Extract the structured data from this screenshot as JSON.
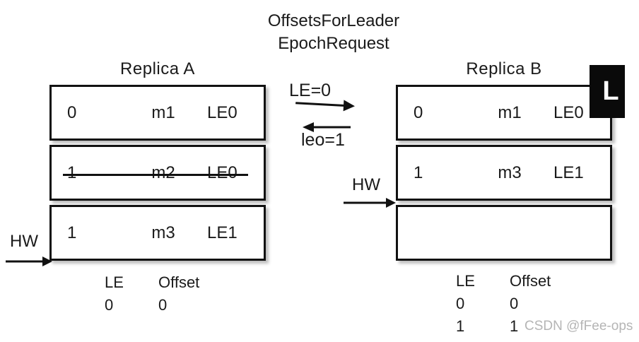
{
  "title": {
    "line1": "OffsetsForLeader",
    "line2": "EpochRequest"
  },
  "replica_a": {
    "label": "Replica  A",
    "rows": [
      {
        "offset": "0",
        "message": "m1",
        "epoch": "LE0",
        "struck": false
      },
      {
        "offset": "1",
        "message": "m2",
        "epoch": "LE0",
        "struck": true
      },
      {
        "offset": "1",
        "message": "m3",
        "epoch": "LE1",
        "struck": false
      }
    ],
    "hw_label": "HW",
    "epoch_table": {
      "le_header": "LE",
      "offset_header": "Offset",
      "rows": [
        {
          "le": "0",
          "offset": "0"
        }
      ]
    }
  },
  "exchange": {
    "request_label": "LE=0",
    "response_label": "leo=1"
  },
  "replica_b": {
    "label": "Replica  B",
    "leader_badge": "L",
    "rows": [
      {
        "offset": "0",
        "message": "m1",
        "epoch": "LE0",
        "struck": false
      },
      {
        "offset": "1",
        "message": "m3",
        "epoch": "LE1",
        "struck": false
      },
      {
        "offset": "",
        "message": "",
        "epoch": "",
        "struck": false
      }
    ],
    "hw_label": "HW",
    "epoch_table": {
      "le_header": "LE",
      "offset_header": "Offset",
      "rows": [
        {
          "le": "0",
          "offset": "0"
        },
        {
          "le": "1",
          "offset": "1"
        }
      ]
    }
  },
  "watermark": "CSDN @fFee-ops",
  "colors": {
    "ink": "#1a1a1a",
    "border": "#111111",
    "badge_bg": "#0a0a0a",
    "badge_text": "#ffffff",
    "watermark_gray": "#b5b5b5"
  }
}
